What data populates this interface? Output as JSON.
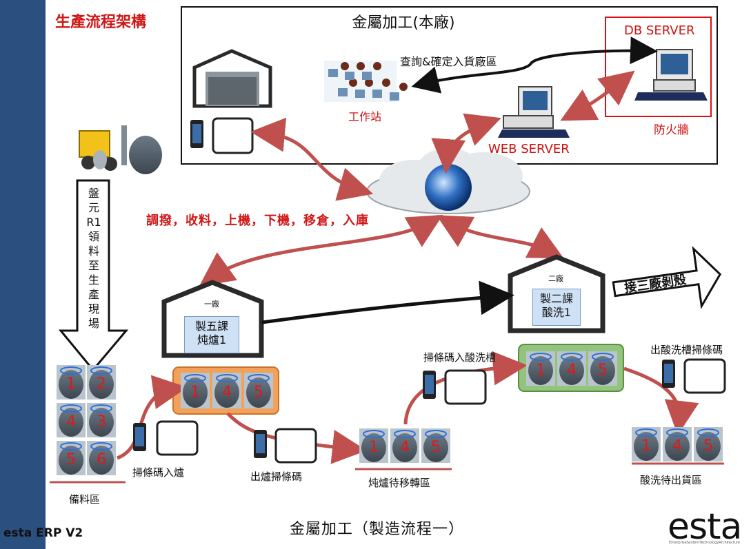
{
  "header": {
    "title": "生產流程架構"
  },
  "hq": {
    "title": "金屬加工(本廠)",
    "db_server": "DB  SERVER",
    "firewall": "防火牆",
    "web_server": "WEB  SERVER",
    "workstation": "工作站",
    "query": "查詢&確定入貨廠區"
  },
  "operations": "調撥，收料，上機，下機，移倉，入庫",
  "material_flow": "盤元R1領料至生產現場",
  "plant1": {
    "tag": "一廠",
    "line1": "製五課",
    "line2": "炖爐1"
  },
  "plant2": {
    "tag": "二廠",
    "line1": "製二課",
    "line2": "酸洗1"
  },
  "next_step": "接三廠剝殼",
  "coil_sets": {
    "prep": [
      "1",
      "2",
      "4",
      "3",
      "5",
      "6"
    ],
    "furnace": [
      "1",
      "4",
      "5"
    ],
    "transfer": [
      "1",
      "4",
      "5"
    ],
    "pickling": [
      "1",
      "4",
      "5"
    ],
    "shipping": [
      "1",
      "4",
      "5"
    ]
  },
  "labels": {
    "prep_area": "備料區",
    "scan_in_furnace": "掃條碼入爐",
    "scan_out_furnace": "出爐掃條碼",
    "transfer_area": "炖爐待移轉區",
    "scan_in_acid": "掃條碼入酸洗槽",
    "scan_out_acid": "出酸洗槽掃條碼",
    "ship_area": "酸洗待出貨區"
  },
  "footer": {
    "title": "金屬加工（製造流程一）",
    "brand": "esta ERP V2",
    "logo": "esta",
    "logo_sub": "EnterpriseSystemTechnologyArchitecture"
  },
  "colors": {
    "sidebar": "#2b4f7e",
    "accent_red": "#d01818",
    "arrow_red": "#c0504d",
    "furnace_frame": "#f0a050",
    "acid_frame": "#93c47d"
  }
}
